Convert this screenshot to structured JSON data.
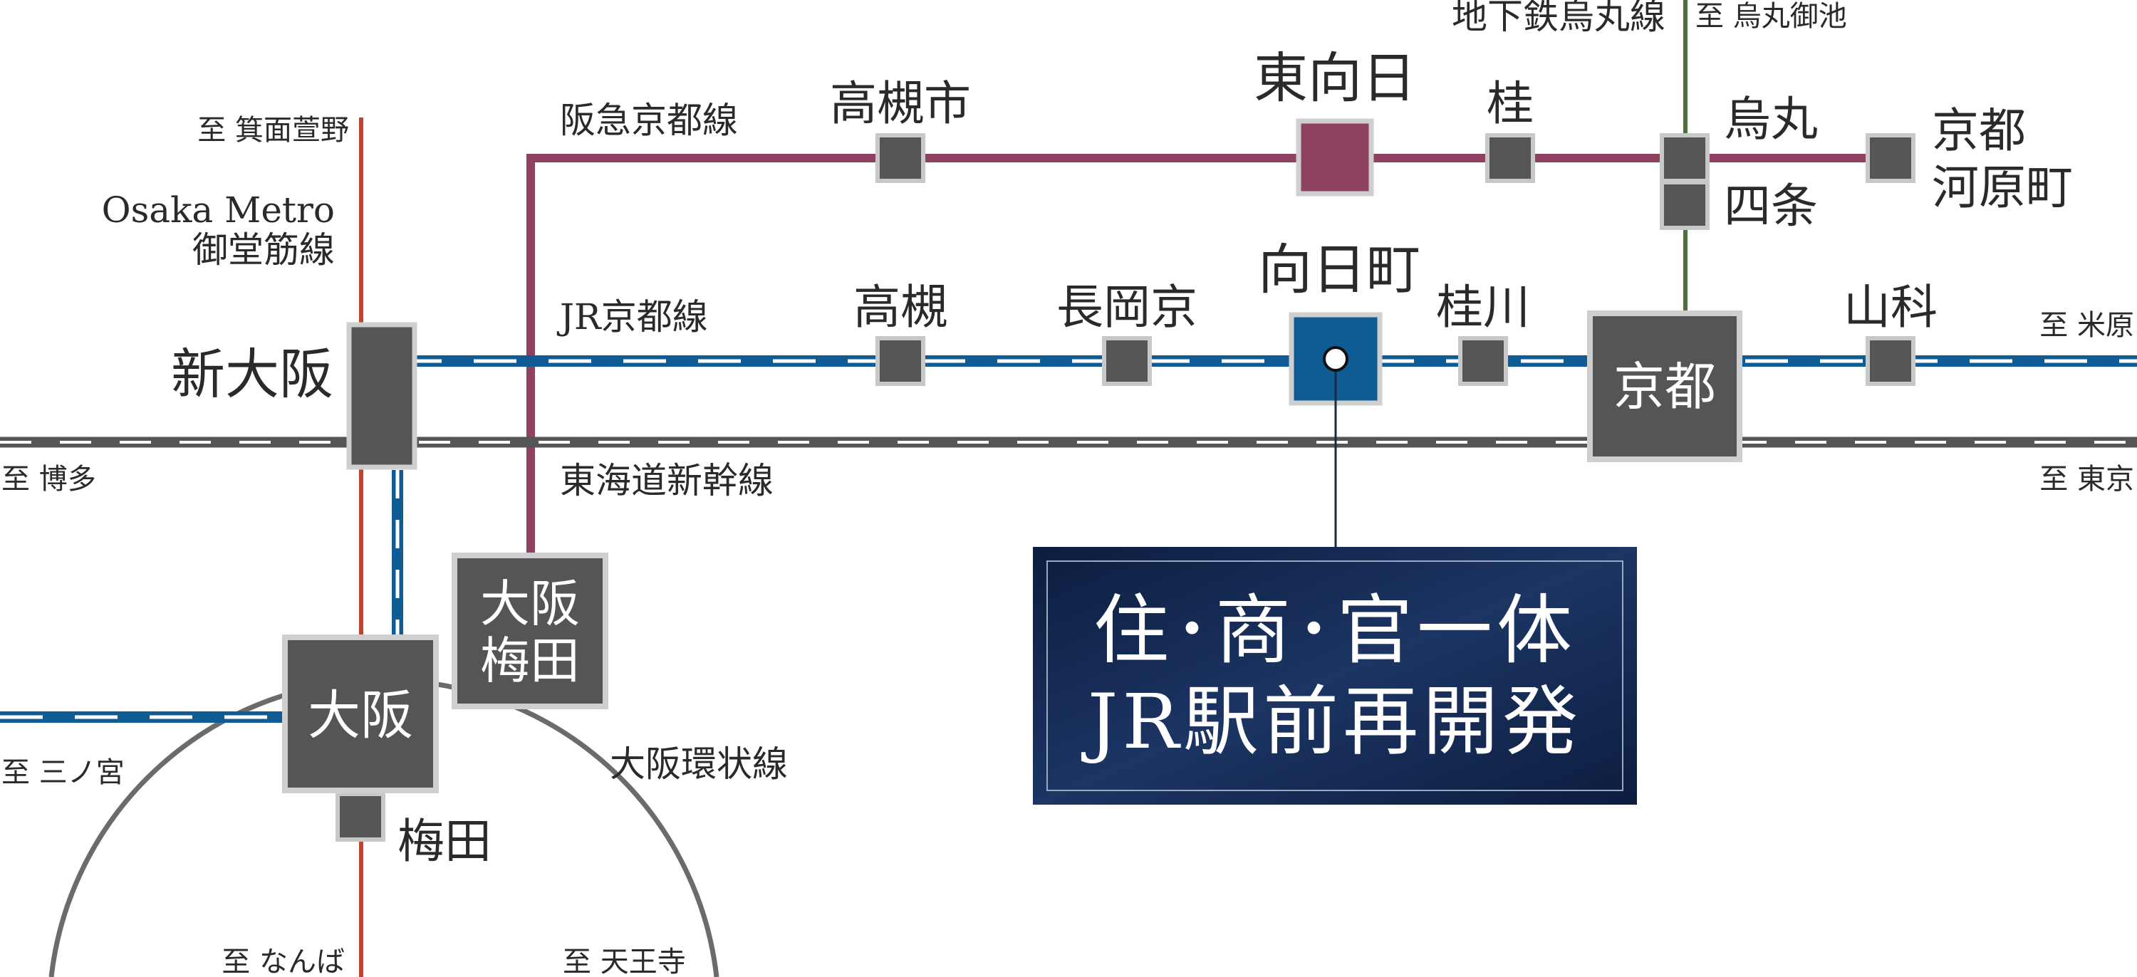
{
  "colors": {
    "hankyu": "#8e4262",
    "jr": "#0f5b94",
    "shinkansen": "#555555",
    "midosuji": "#c2422f",
    "karasuma": "#4f6f3f",
    "loop": "#6b6b6b",
    "station": "#555555",
    "highlight_navy": "#14284d"
  },
  "lines": {
    "hankyu": "阪急京都線",
    "jr_kyoto": "JR京都線",
    "shinkansen": "東海道新幹線",
    "midosuji_1": "Osaka Metro",
    "midosuji_2": "御堂筋線",
    "karasuma": "地下鉄烏丸線",
    "loop": "大阪環状線"
  },
  "directions": {
    "minoh": "至 箕面萱野",
    "hakata": "至 博多",
    "sannomiya": "至 三ノ宮",
    "namba": "至 なんば",
    "tennoji": "至 天王寺",
    "karasuma_oike": "至 烏丸御池",
    "maibara": "至 米原",
    "tokyo": "至 東京"
  },
  "stations": {
    "takatsukishi": "高槻市",
    "higashimuko": "東向日",
    "katsura": "桂",
    "karasuma": "烏丸",
    "shijo": "四条",
    "kawaramachi_1": "京都",
    "kawaramachi_2": "河原町",
    "takatsuki": "高槻",
    "nagaokakyo": "長岡京",
    "mukomachi": "向日町",
    "katsuragawa": "桂川",
    "kyoto": "京都",
    "yamashina": "山科",
    "shinosaka": "新大阪",
    "osakaumeda_1": "大阪",
    "osakaumeda_2": "梅田",
    "osaka": "大阪",
    "umeda": "梅田"
  },
  "highlight": {
    "line1": "住･商･官一体",
    "line2": "JR駅前再開発"
  }
}
